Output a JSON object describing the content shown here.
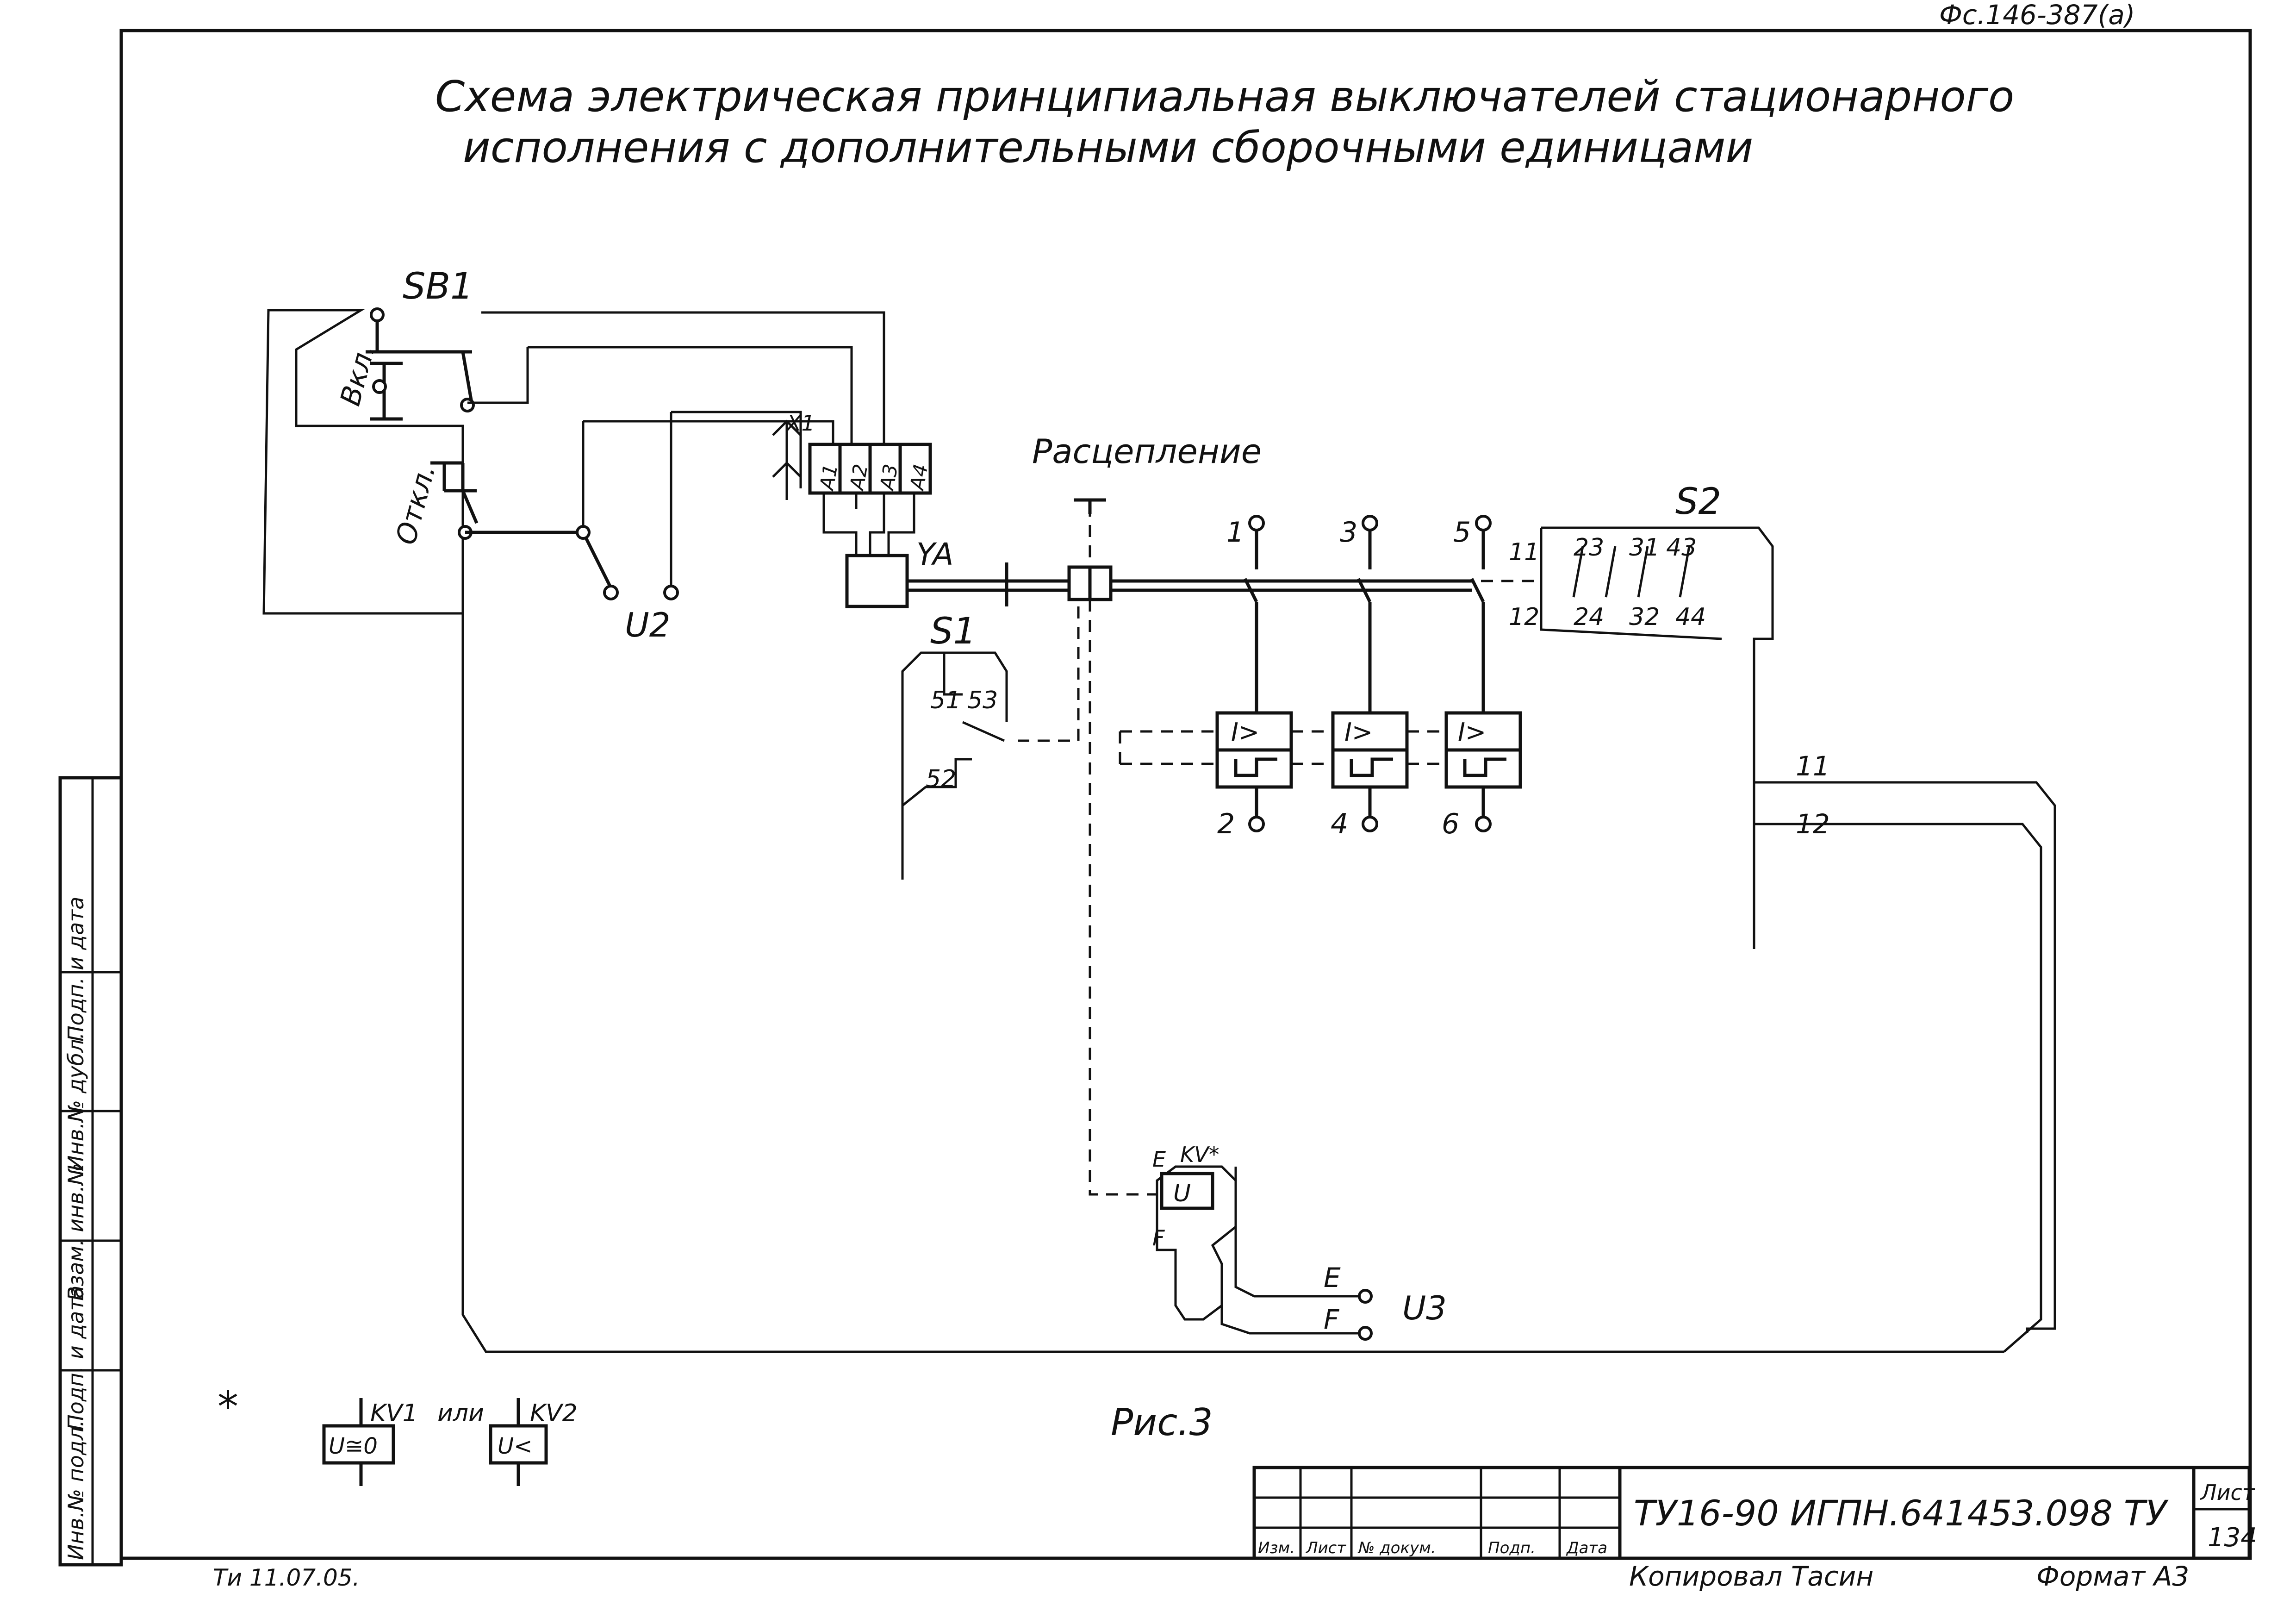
{
  "title": {
    "line1": "Схема электрическая принципиальная выключателей стационарного",
    "line2": "исполнения с дополнительными сборочными единицами"
  },
  "top_stamp": "Фс.146-387(а)",
  "labels": {
    "sb1": "SB1",
    "vkl": "Вкл.",
    "otkl": "Откл.",
    "x1": "X1",
    "a1": "А1",
    "a2": "А2",
    "a3": "А3",
    "a4": "А4",
    "ya": "YA",
    "u2": "U2",
    "rascep": "Расцепление",
    "s1": "S1",
    "s1_51": "51",
    "s1_53": "53",
    "s1_52": "52",
    "s2": "S2",
    "s2_11": "11",
    "s2_12": "12",
    "s2_23": "23",
    "s2_24": "24",
    "s2_31": "31",
    "s2_32": "32",
    "s2_43": "43",
    "s2_44": "44",
    "pole1": "1",
    "pole3": "3",
    "pole5": "5",
    "pole2": "2",
    "pole4": "4",
    "pole6": "6",
    "release_sym": "I>",
    "wire11": "11",
    "wire12": "12",
    "u3_e": "E",
    "u3_kv": "KV*",
    "u3_u": "U",
    "u3_f": "F",
    "term_e": "E",
    "term_f": "F",
    "u3": "U3",
    "star": "*",
    "kv1": "KV1",
    "ili": "или",
    "kv2": "KV2",
    "kv1_box": "U≅0",
    "kv2_box": "U<",
    "fig": "Рис.3"
  },
  "left_strip": [
    "Инв.№ подл.",
    "Подп. и дата",
    "Взам. инв.№",
    "Инв.№ дубл.",
    "Подп. и дата"
  ],
  "title_block": {
    "doc_number": "ТУ16-90 ИГПН.641453.098 ТУ",
    "sheet_label": "Лист",
    "sheet_number": "134",
    "headers": [
      "Изм.",
      "Лист",
      "№ докум.",
      "Подп.",
      "Дата"
    ]
  },
  "footer": {
    "left_note": "Ти 11.07.05.",
    "copied": "Копировал Тасин",
    "format": "Формат А3"
  }
}
